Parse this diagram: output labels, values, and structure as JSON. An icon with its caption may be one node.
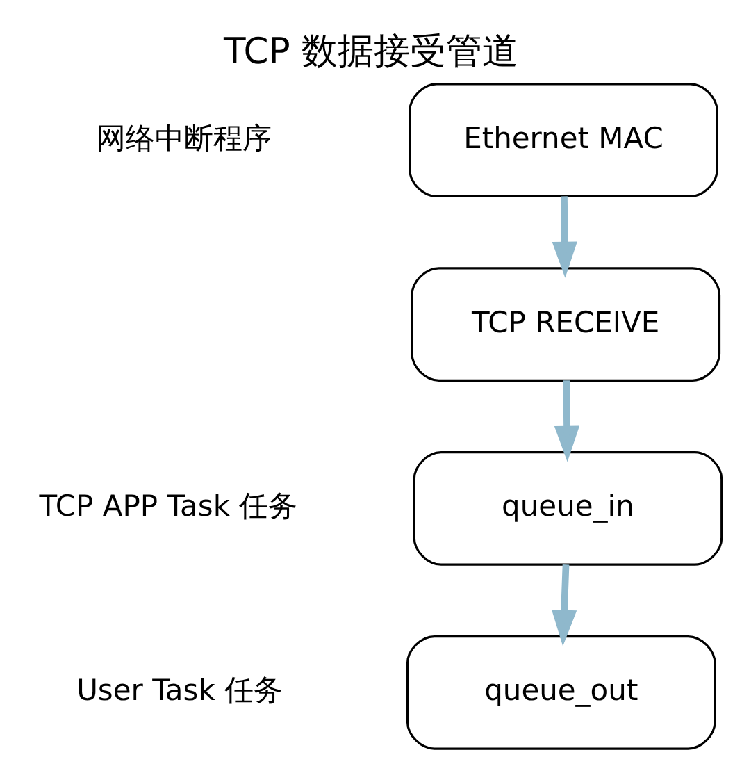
{
  "diagram": {
    "title": "TCP 数据接受管道",
    "nodes": [
      {
        "text": [
          "Ethernet MAC"
        ]
      },
      {
        "text": [
          "TCP RECEIVE"
        ]
      },
      {
        "text": [
          "queue_in"
        ]
      },
      {
        "text": [
          "queue_out"
        ]
      }
    ],
    "edges": [
      {
        "from": 0,
        "to": 1,
        "arrow": "to"
      },
      {
        "from": 1,
        "to": 2,
        "arrow": "to"
      },
      {
        "from": 2,
        "to": 3,
        "arrow": "to"
      }
    ],
    "labels": [
      "网络中断程序",
      "TCP APP Task 任务",
      "User Task 任务"
    ]
  }
}
